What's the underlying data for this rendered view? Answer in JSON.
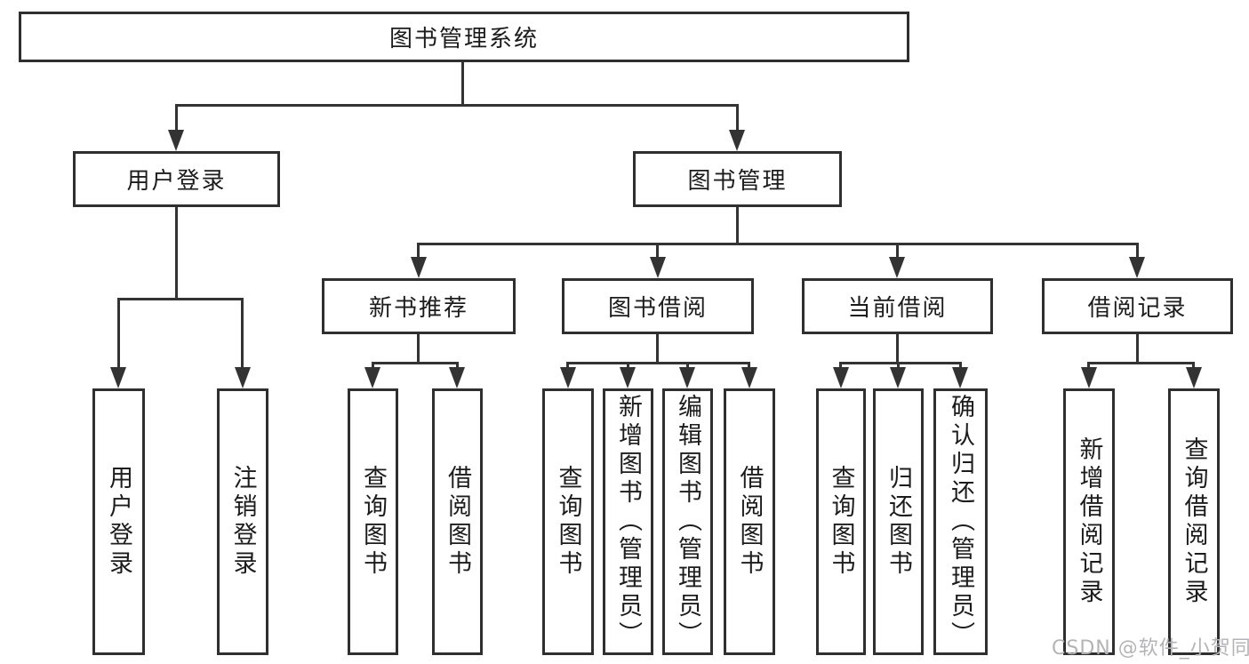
{
  "tree": {
    "label": "图书管理系统",
    "children": [
      {
        "label": "用户登录",
        "children": [
          {
            "label": "用户登录"
          },
          {
            "label": "注销登录"
          }
        ]
      },
      {
        "label": "图书管理",
        "children": [
          {
            "label": "新书推荐",
            "children": [
              {
                "label": "查询图书"
              },
              {
                "label": "借阅图书"
              }
            ]
          },
          {
            "label": "图书借阅",
            "children": [
              {
                "label": "查询图书"
              },
              {
                "label": "新增图书（管理员）"
              },
              {
                "label": "编辑图书（管理员）"
              },
              {
                "label": "借阅图书"
              }
            ]
          },
          {
            "label": "当前借阅",
            "children": [
              {
                "label": "查询图书"
              },
              {
                "label": "归还图书"
              },
              {
                "label": "确认归还（管理员）"
              }
            ]
          },
          {
            "label": "借阅记录",
            "children": [
              {
                "label": "新增借阅记录"
              },
              {
                "label": "查询借阅记录"
              }
            ]
          }
        ]
      }
    ]
  },
  "watermark": {
    "text": "CSDN @软件_小贺同学"
  },
  "colors": {
    "line": "#333333",
    "border": "#2f2f2f",
    "text": "#1c1c1c",
    "watermark": "#b4b4b8",
    "background": "#ffffff"
  }
}
